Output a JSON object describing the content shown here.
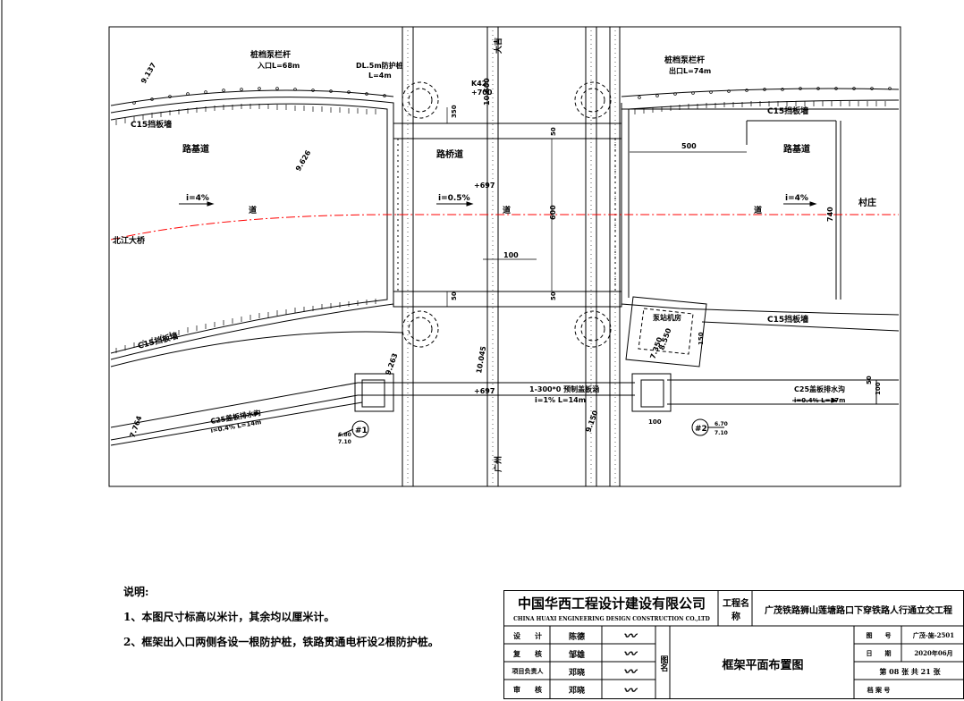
{
  "drawing": {
    "labels": {
      "north_rail_1": "桩档泵栏杆",
      "north_rail_1b": "入口L=68m",
      "pile_label": "DL.5m防护桩",
      "pile_label_b": "L=4m",
      "ref_k42": "K42",
      "ref_700": "+700",
      "north_rail_2": "桩档泵栏杆",
      "north_rail_2b": "出口L=74m",
      "c15_nw": "C15挡板墙",
      "c15_ne": "C15挡板墙",
      "c15_sw": "C15挡板墙",
      "c15_se": "C15挡板墙",
      "road_w": "路基道",
      "road_mid": "路桥道",
      "road_e": "路基道",
      "slope_w": "i=4%",
      "slope_mid": "i=0.5%",
      "slope_e": "i=4%",
      "center_w": "道",
      "center_mid": "道",
      "center_e": "道",
      "dest_w": "北江大桥",
      "dest_e": "村庄",
      "track_n": "大吉",
      "track_s": "广州",
      "elev_nw": "9.137",
      "elev_nw2": "9.626",
      "elev_n_track": "10.600",
      "elev_sw": "9.263",
      "elev_s_track": "10.045",
      "elev_se": "9.150",
      "elev_sw_ditch": "7.764",
      "elev_se_box": "7.350",
      "elev_se_box2": "8.550",
      "off_697_1": "+697",
      "off_697_2": "+697",
      "ditch_w": "C25盖板排水沟",
      "ditch_w2": "i=0.4% L=14m",
      "culvert": "1-300*0 预制盖板涵",
      "culvert2": "i=1% L=14m",
      "ditch_e": "C25盖板排水沟",
      "ditch_e2": "i=0.4% L=37m",
      "pump_room": "泵站机房",
      "well_1": "#1",
      "well_2": "#2",
      "well_1_elev_top": "6.80",
      "well_1_elev_bot": "7.10",
      "well_2_elev_top": "6.70",
      "well_2_elev_bot": "7.10",
      "dim_500": "500",
      "dim_100": "100",
      "dim_600": "600",
      "dim_740": "740",
      "dim_350": "350",
      "dim_50a": "50",
      "dim_50b": "50",
      "dim_50c": "50",
      "dim_50d": "50",
      "dim_150": "150",
      "dim_100b": "100",
      "dim_100c": "100"
    }
  },
  "notes": {
    "title": "说明:",
    "items": [
      "1、本图尺寸标高以米计，其余均以厘米计。",
      "2、框架出入口两侧各设一根防护桩，铁路贯通电杆设2根防护桩。"
    ]
  },
  "title_block": {
    "company_cn": "中国华西工程设计建设有限公司",
    "company_en": "CHINA HUAXI ENGINEERING DESIGN CONSTRUCTION CO.,LTD",
    "project_label": "工程名称",
    "project_name": "广茂铁路狮山莲塘路口下穿铁路人行通立交工程",
    "roles": [
      "设　　计",
      "复　　核",
      "项目负责人",
      "审　　核"
    ],
    "names": [
      "陈德",
      "邹雄",
      "邓晓",
      "邓晓"
    ],
    "drawing_label": "图名",
    "drawing_name": "框架平面布置图",
    "meta_labels": [
      "图　　号",
      "日　　期",
      "第 08 张 共 21 张",
      "档 案 号"
    ],
    "meta_values": [
      "广茂-施-2501",
      "2020年06月",
      "",
      ""
    ]
  }
}
